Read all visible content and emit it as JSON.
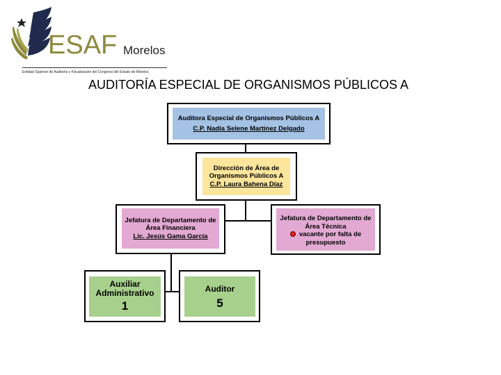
{
  "header": {
    "logo_text": "ESAF",
    "logo_suffix": "Morelos",
    "logo_subtitle": "Entidad Superior de Auditoría y Fiscalización del Congreso del Estado de Morelos",
    "brand_color": "#8c8a3c"
  },
  "title": "AUDITORÍA ESPECIAL DE ORGANISMOS PÚBLICOS A",
  "nodes": {
    "top": {
      "title": "Auditora Especial de Organismos Públicos A",
      "name": "C.P. Nadia Selene Martínez Delgado",
      "color": "#a4c2e4"
    },
    "direction": {
      "title_line1": "Dirección de Área de",
      "title_line2": "Organismos Públicos A",
      "name": "C.P. Laura Bahena Díaz",
      "color": "#fde59c"
    },
    "finance": {
      "title_line1": "Jefatura de Departamento de",
      "title_line2": "Área Financiera",
      "name": "Lic. Jesús Gama García",
      "color": "#e2a9d2"
    },
    "technical": {
      "title_line1": "Jefatura de Departamento de",
      "title_line2": "Área Técnica",
      "status_line1": "vacante por falta de",
      "status_line2": "presupuesto",
      "status_dot_color": "#e02020",
      "color": "#e2a9d2"
    },
    "aux": {
      "label_line1": "Auxiliar",
      "label_line2": "Administrativo",
      "count": "1",
      "color": "#a8d08d"
    },
    "auditor": {
      "label": "Auditor",
      "count": "5",
      "color": "#a8d08d"
    }
  }
}
